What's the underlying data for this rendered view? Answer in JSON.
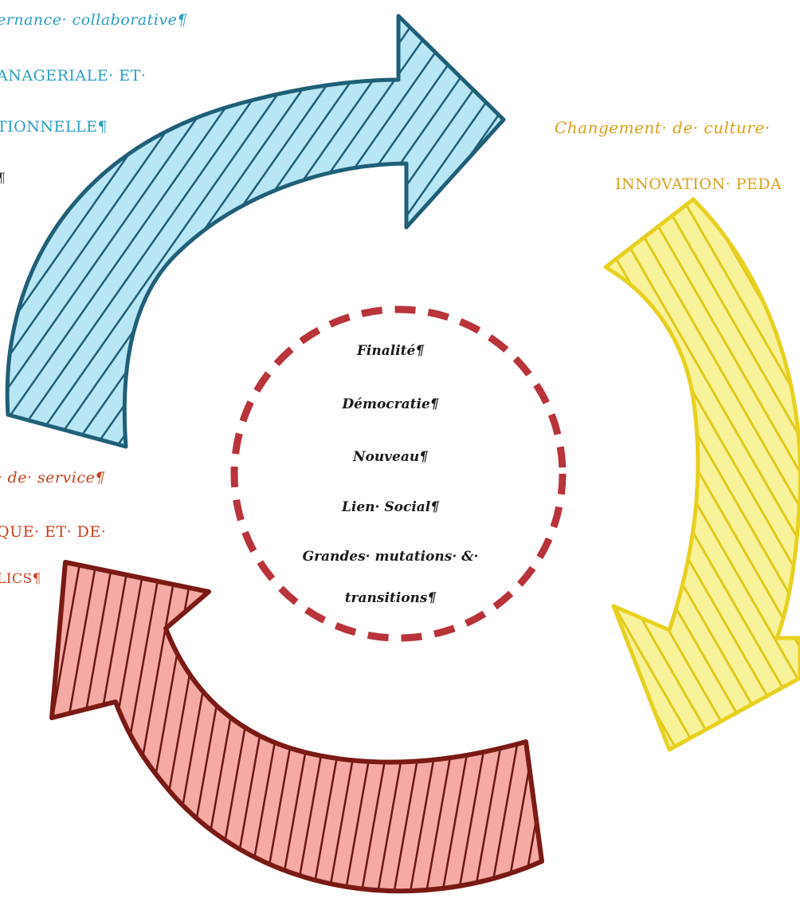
{
  "colors": {
    "blue_arrow": "#7fd0ea",
    "yellow_arrow": "#f4ec5a",
    "red_arrow": "#ef7a72",
    "circle": "#b8343a",
    "blue_text": "#2a9ec4",
    "yellow_text": "#d9a21a",
    "red_text": "#c9401e"
  },
  "icons": {
    "blue_arrow": "curved-arrow-icon",
    "yellow_arrow": "curved-arrow-icon",
    "red_arrow": "curved-arrow-icon",
    "center": "dashed-circle"
  },
  "blue": {
    "line1": "ernance· collaborative¶",
    "line2": "ANAGERIALE· ET·",
    "line3": "TIONNELLE¶",
    "line4": "¶"
  },
  "yellow": {
    "line1": "Changement· de· culture·",
    "line2": "INNOVATION· PEDA"
  },
  "red": {
    "line1": ": de· service¶",
    "line2": "QUE· ET· DE·",
    "line3": "LICS¶"
  },
  "center": {
    "items": [
      "Finalité¶",
      "Démocratie¶",
      "Nouveau¶",
      "Lien· Social¶",
      "Grandes· mutations· &·",
      "transitions¶"
    ]
  }
}
